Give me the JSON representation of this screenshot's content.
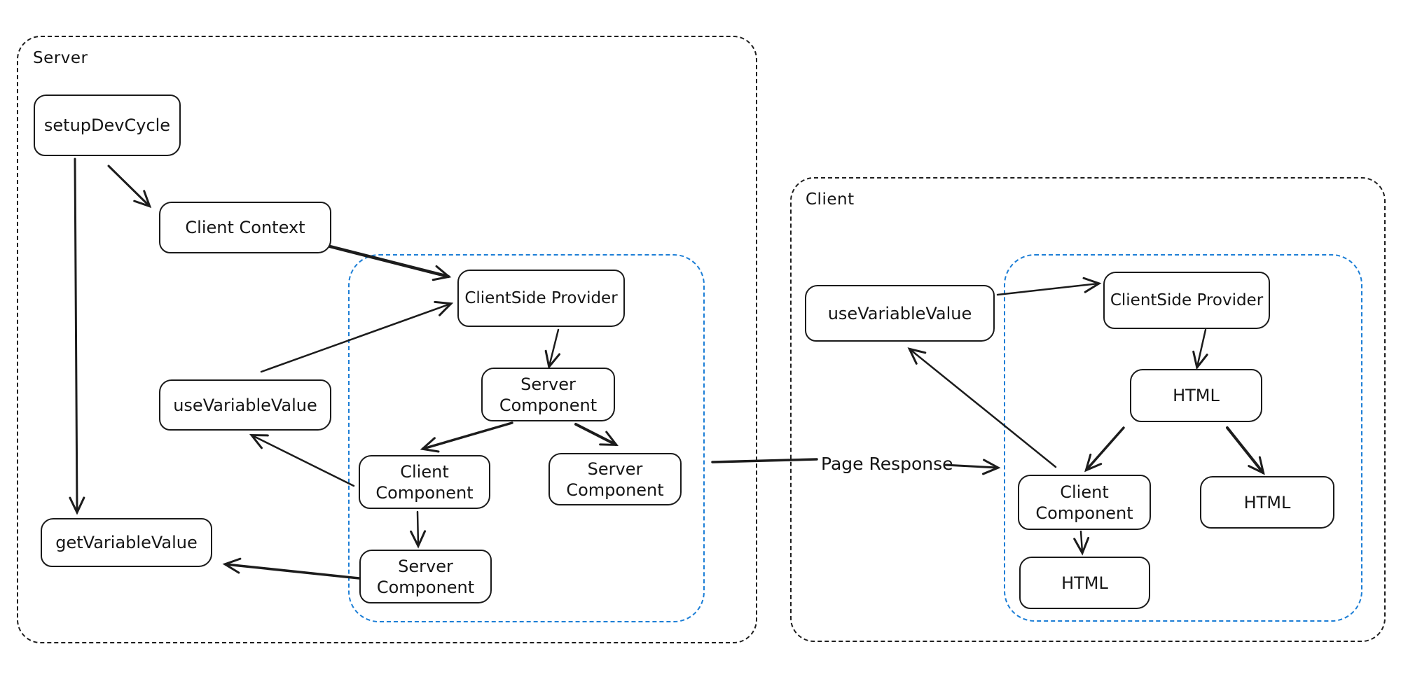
{
  "diagram": {
    "background": "#ffffff",
    "stroke": "#1e1e1e",
    "accent_blue": "#1c7ed6",
    "server_group": {
      "label": "Server"
    },
    "client_group": {
      "label": "Client"
    },
    "page_response_label": "Page Response",
    "server": {
      "setup_dev_cycle": "setupDevCycle",
      "client_context": "Client Context",
      "clientside_provider": "ClientSide Provider",
      "server_component_mid": "Server\nComponent",
      "client_component": "Client\nComponent",
      "server_component_right": "Server\nComponent",
      "server_component_bottom": "Server\nComponent",
      "use_variable_value": "useVariableValue",
      "get_variable_value": "getVariableValue"
    },
    "client": {
      "use_variable_value": "useVariableValue",
      "clientside_provider": "ClientSide Provider",
      "html_top": "HTML",
      "client_component": "Client\nComponent",
      "html_right": "HTML",
      "html_bottom": "HTML"
    },
    "edges": [
      {
        "from": "server.setup_dev_cycle",
        "to": "server.get_variable_value",
        "style": "thin"
      },
      {
        "from": "server.setup_dev_cycle",
        "to": "server.client_context",
        "style": "thin"
      },
      {
        "from": "server.client_context",
        "to": "server.clientside_provider",
        "style": "thick"
      },
      {
        "from": "server.use_variable_value",
        "to": "server.clientside_provider",
        "style": "thin"
      },
      {
        "from": "server.clientside_provider",
        "to": "server.server_component_mid",
        "style": "thin"
      },
      {
        "from": "server.server_component_mid",
        "to": "server.client_component",
        "style": "medium"
      },
      {
        "from": "server.server_component_mid",
        "to": "server.server_component_right",
        "style": "thick"
      },
      {
        "from": "server.client_component",
        "to": "server.use_variable_value",
        "style": "thin"
      },
      {
        "from": "server.client_component",
        "to": "server.server_component_bottom",
        "style": "thin"
      },
      {
        "from": "server.server_component_bottom",
        "to": "server.get_variable_value",
        "style": "thick"
      },
      {
        "from": "server-render-tree",
        "to": "client-render-tree",
        "label": "Page Response",
        "style": "medium"
      },
      {
        "from": "client.use_variable_value",
        "to": "client.clientside_provider",
        "style": "thin"
      },
      {
        "from": "client.clientside_provider",
        "to": "client.html_top",
        "style": "thin"
      },
      {
        "from": "client.html_top",
        "to": "client.client_component",
        "style": "medium"
      },
      {
        "from": "client.html_top",
        "to": "client.html_right",
        "style": "thick"
      },
      {
        "from": "client.client_component",
        "to": "client.html_bottom",
        "style": "thin"
      },
      {
        "from": "client.client_component",
        "to": "client.use_variable_value",
        "style": "thin"
      }
    ]
  }
}
